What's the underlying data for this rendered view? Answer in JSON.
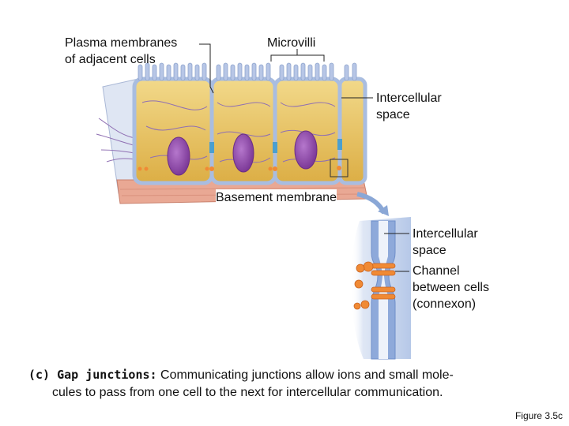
{
  "labels": {
    "plasma_membranes": [
      "Plasma membranes",
      "of adjacent cells"
    ],
    "microvilli": "Microvilli",
    "intercellular_space_top": [
      "Intercellular",
      "space"
    ],
    "basement_membrane": "Basement membrane",
    "intercellular_space_zoom": [
      "Intercellular",
      "space"
    ],
    "channel": [
      "Channel",
      "between cells",
      "(connexon)"
    ]
  },
  "caption": {
    "tag": "(c) Gap junctions:",
    "line1": " Communicating junctions allow ions and small mole-",
    "line2": "cules to pass from one cell to the next for intercellular communication."
  },
  "figure_number": "Figure 3.5c",
  "colors": {
    "cell_cytoplasm": "#e8c45a",
    "cell_membrane": "#a9bde0",
    "nucleus": "#9a4fb5",
    "basement": "#e7a08c",
    "connexon": "#f08a35",
    "zoom_bg": "#c9d7ef"
  }
}
